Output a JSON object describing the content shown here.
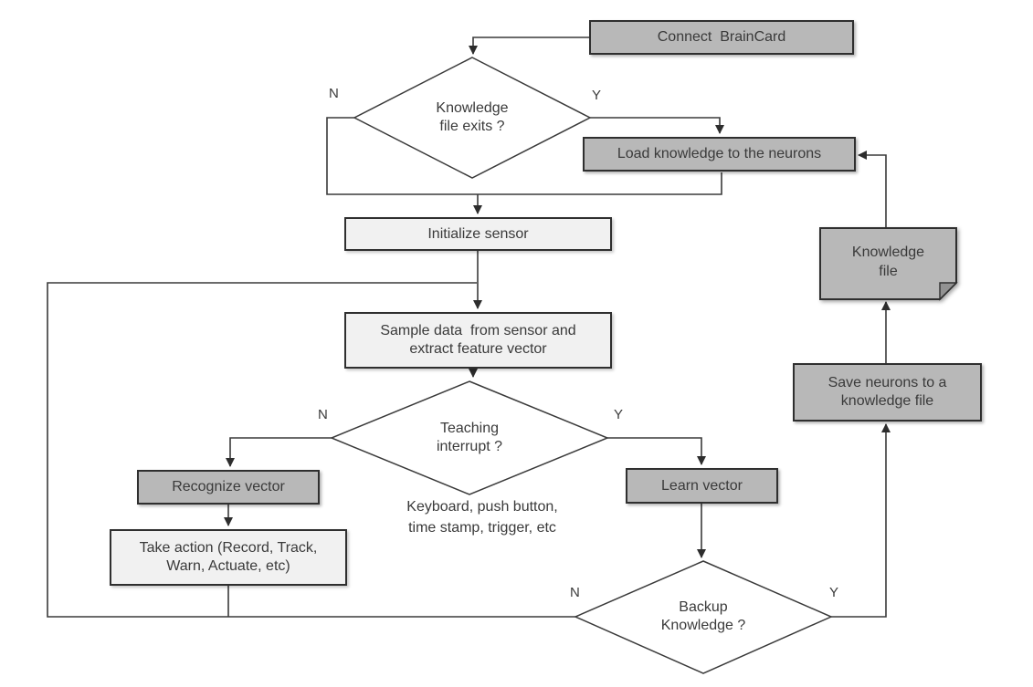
{
  "diagram": {
    "colors": {
      "node_gray": "#b8b8b8",
      "node_light": "#f1f1f1",
      "diamond_fill": "#ffffff",
      "border": "#2f2f2f",
      "line": "#3a3a3a",
      "text": "#3a3a3a",
      "background": "#ffffff"
    },
    "nodes": {
      "connect": {
        "label": "Connect  BrainCard"
      },
      "knowledge_file_exists": {
        "label": "Knowledge\nfile exits ?"
      },
      "load_knowledge": {
        "label": "Load knowledge to the neurons"
      },
      "initialize_sensor": {
        "label": "Initialize sensor"
      },
      "sample_data": {
        "label": "Sample data  from sensor and\nextract feature vector"
      },
      "teaching_interrupt": {
        "label": "Teaching\ninterrupt ?"
      },
      "recognize_vector": {
        "label": "Recognize vector"
      },
      "take_action": {
        "label": "Take action (Record, Track,\nWarn, Actuate, etc)"
      },
      "learn_vector": {
        "label": "Learn vector"
      },
      "backup_knowledge": {
        "label": "Backup\nKnowledge ?"
      },
      "save_neurons": {
        "label": "Save neurons to a\nknowledge file"
      },
      "knowledge_file": {
        "label": "Knowledge\nfile"
      }
    },
    "annotations": {
      "teaching_sources": "Keyboard, push button,\ntime stamp, trigger, etc"
    },
    "branch_labels": {
      "kf_no": "N",
      "kf_yes": "Y",
      "teach_no": "N",
      "teach_yes": "Y",
      "backup_no": "N",
      "backup_yes": "Y"
    }
  }
}
